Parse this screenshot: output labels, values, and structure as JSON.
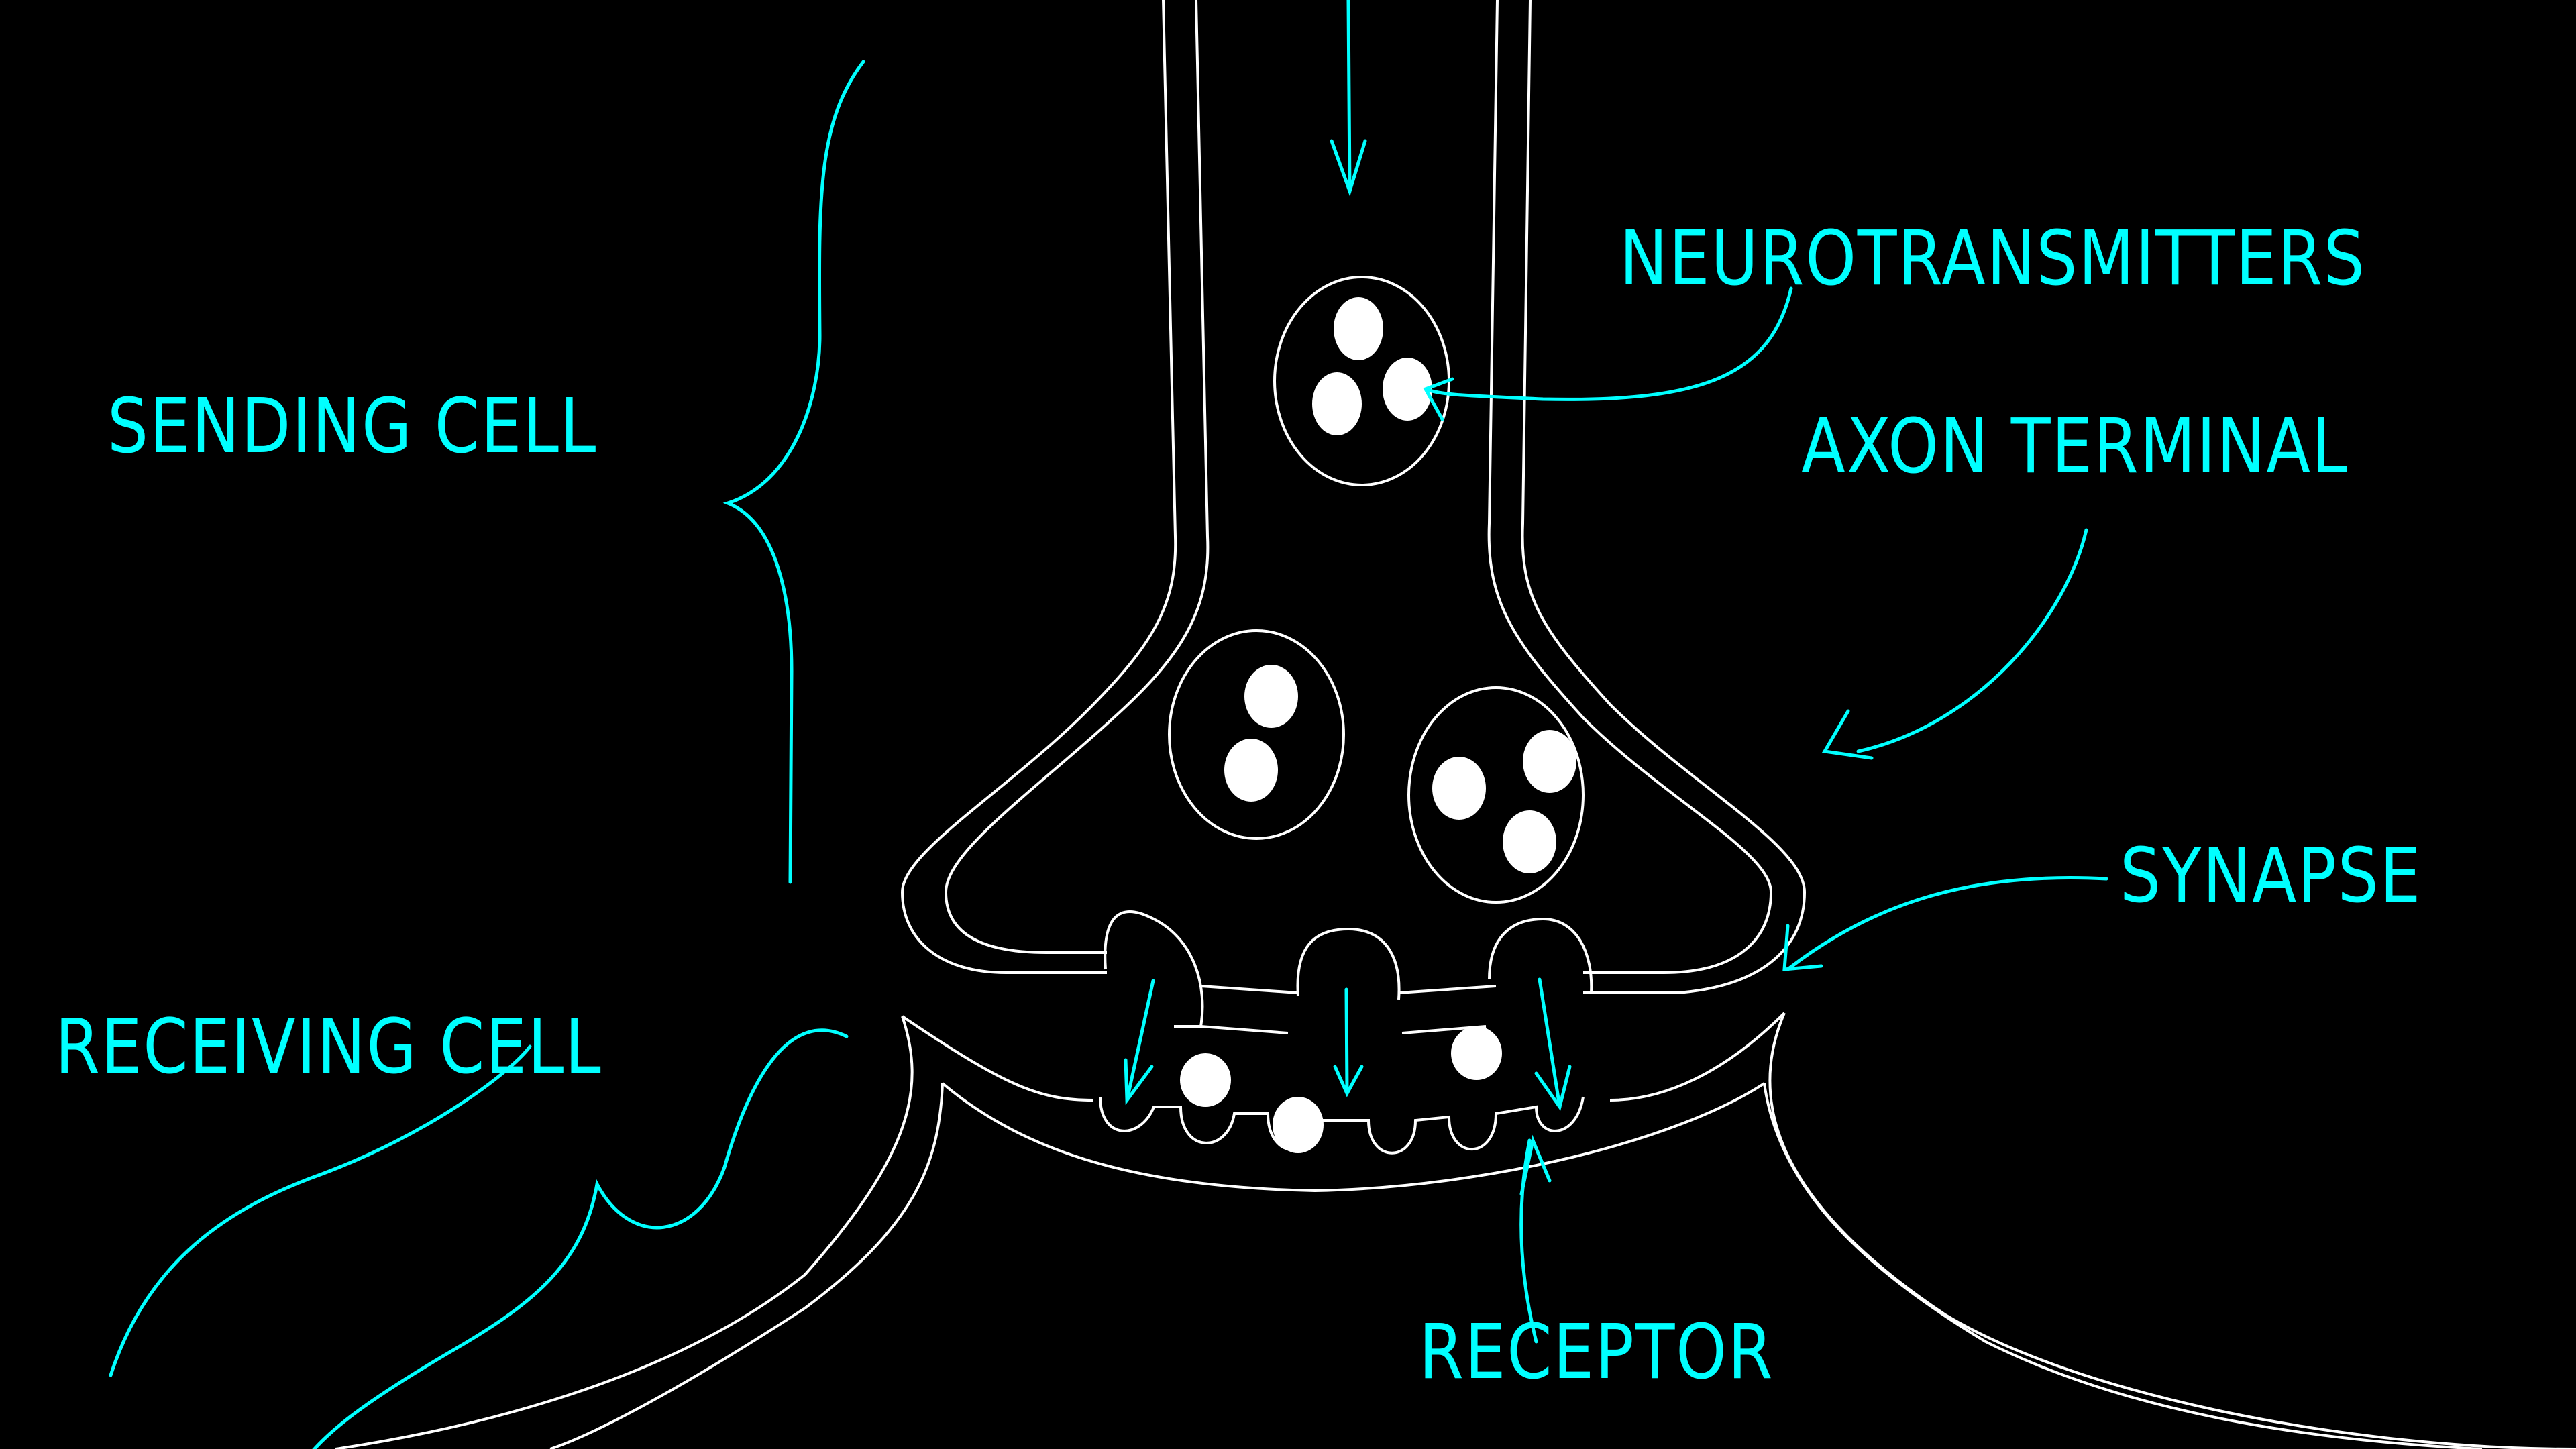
{
  "title": "Synapse diagram",
  "colors": {
    "background": "#000000",
    "label": "#00ffff",
    "outline": "#ffffff"
  },
  "labels": {
    "sending_cell": "SENDING CELL",
    "neurotransmitters": "NEUROTRANSMITTERS",
    "axon_terminal": "AXON TERMINAL",
    "synapse": "SYNAPSE",
    "receiving_cell": "RECEIVING CELL",
    "receptor": "RECEPTOR"
  }
}
